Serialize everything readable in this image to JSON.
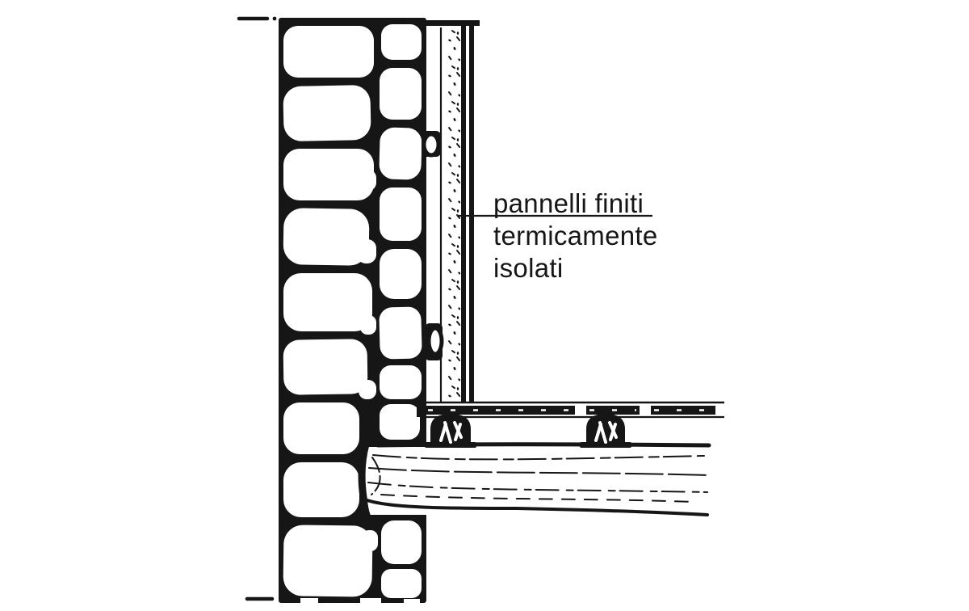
{
  "label": {
    "line1": "pannelli finiti",
    "line2": "termicamente",
    "line3": "isolati"
  },
  "colors": {
    "ink": "#161616",
    "paper": "#ffffff"
  }
}
